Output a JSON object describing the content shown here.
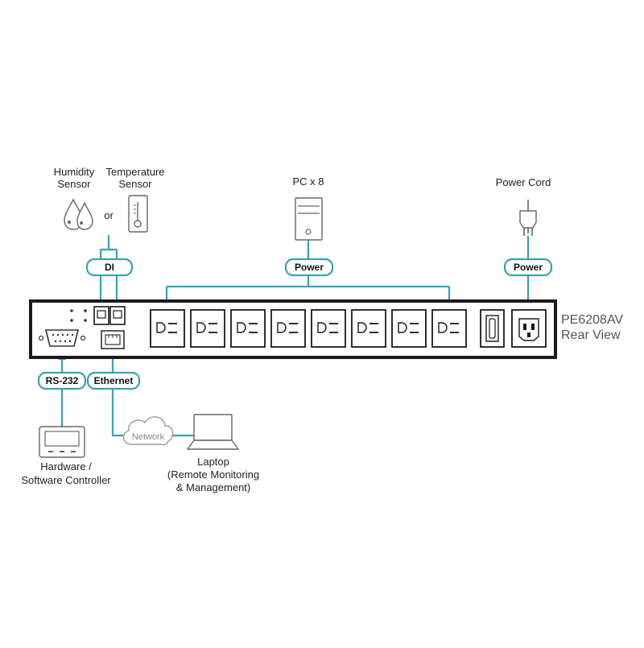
{
  "sensors": {
    "humidity_line1": "Humidity",
    "humidity_line2": "Sensor",
    "or_text": "or",
    "temperature_line1": "Temperature",
    "temperature_line2": "Sensor"
  },
  "pc_label": "PC x 8",
  "power_cord_label": "Power Cord",
  "tags": {
    "di": "DI",
    "power_outlets": "Power",
    "power_input": "Power",
    "rs232": "RS-232",
    "ethernet": "Ethernet"
  },
  "device": {
    "model": "PE6208AV",
    "view": "Rear View"
  },
  "network_label": "Network",
  "controller": {
    "line1": "Hardware /",
    "line2": "Software Controller"
  },
  "laptop": {
    "line1": "Laptop",
    "line2": "(Remote Monitoring",
    "line3": "& Management)"
  },
  "colors": {
    "wire": "#3aa0b4",
    "device_frame": "#1a1a1a",
    "icon_stroke": "#666666"
  }
}
